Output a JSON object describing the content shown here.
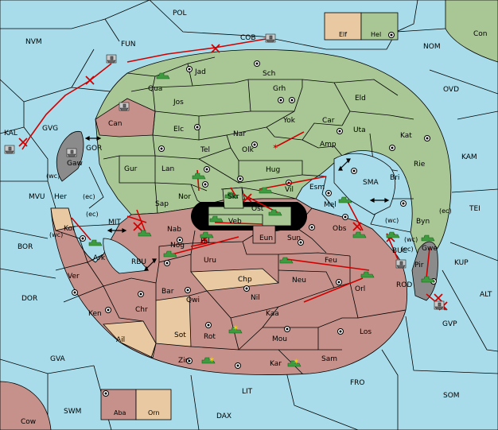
{
  "colors": {
    "sea": "#a8dcea",
    "power_green": "#a9c795",
    "power_brown": "#c6918a",
    "neutral_tan": "#e9c9a1",
    "order_red": "#d00000",
    "army_green": "#3f9b3f"
  },
  "legend": {
    "top": [
      {
        "label": "Elf",
        "color": "#e9c9a1"
      },
      {
        "label": "Hel",
        "color": "#a9c795"
      }
    ],
    "bottom": [
      {
        "label": "Aba",
        "color": "#c6918a"
      },
      {
        "label": "Orn",
        "color": "#e9c9a1"
      }
    ]
  },
  "labels": {
    "POL": "POL",
    "COB": "COB",
    "FUN": "FUN",
    "NVM": "NVM",
    "Con": "Con",
    "NOM": "NOM",
    "OVD": "OVD",
    "KAM": "KAM",
    "TEI": "TEI",
    "KUP": "KUP",
    "ALT": "ALT",
    "GVP": "GVP",
    "SOM": "SOM",
    "FRO": "FRO",
    "LIT": "LIT",
    "DAX": "DAX",
    "SWM": "SWM",
    "Cow": "Cow",
    "GVA": "GVA",
    "DOR": "DOR",
    "BOR": "BOR",
    "MVU": "MVU",
    "KAL": "KAL",
    "GVG": "GVG",
    "GOR": "GOR",
    "Gaw": "Gaw",
    "Jad": "Jad",
    "Sch": "Sch",
    "Qua": "Qua",
    "Jos": "Jos",
    "Grh": "Grh",
    "Eld": "Eld",
    "Can": "Can",
    "Elc": "Elc",
    "Nar": "Nar",
    "Yok": "Yok",
    "Car": "Car",
    "Uta": "Uta",
    "Kat": "Kat",
    "Tel": "Tel",
    "Olk": "Olk",
    "Amp": "Amp",
    "Gur": "Gur",
    "Lan": "Lan",
    "Hug": "Hug",
    "Rie": "Rie",
    "Bri": "Bri",
    "Nor": "Nor",
    "Skr": "Skr",
    "Vil": "Vil",
    "Esm": "Esm",
    "SMA": "SMA",
    "Sap": "Sap",
    "Ost": "Ost",
    "Mel": "Mel",
    "Veb": "Veb",
    "Byn": "Byn",
    "Nab": "Nab",
    "Eun": "Eun",
    "Sun": "Sun",
    "Obs": "Obs",
    "Her": "Her",
    "Kor": "Kor",
    "Ark": "Ark",
    "MIT": "MIT",
    "RBU": "RBU",
    "Nog": "Nog",
    "Hil": "Hil",
    "Uru": "Uru",
    "Feu": "Feu",
    "BUC": "BUC",
    "Gwe": "Gwe",
    "Pir": "Pir",
    "ROD": "ROD",
    "Ver": "Ver",
    "Chp": "Chp",
    "Neu": "Neu",
    "Orl": "Orl",
    "Bar": "Bar",
    "Qwi": "Qwi",
    "Nil": "Nil",
    "Ken": "Ken",
    "Chr": "Chr",
    "Kaa": "Kaa",
    "Los": "Los",
    "Ail": "Ail",
    "Sot": "Sot",
    "Rot": "Rot",
    "Mou": "Mou",
    "Zin": "Zin",
    "Kar": "Kar",
    "Sam": "Sam",
    "wc": "(wc)",
    "ec": "(ec)"
  }
}
